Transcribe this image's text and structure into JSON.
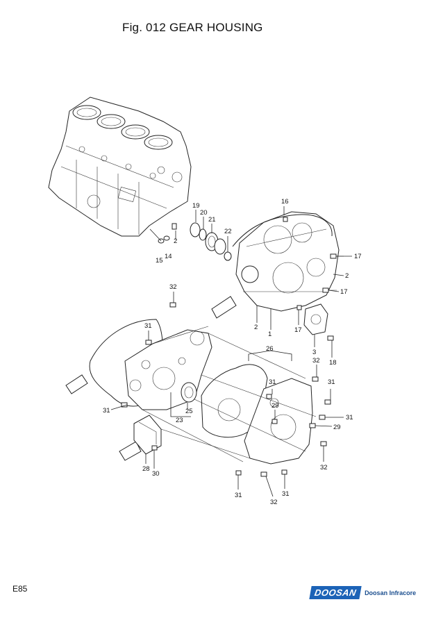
{
  "title": "Fig. 012 GEAR HOUSING",
  "page_number": "E85",
  "brand": {
    "mark": "DOOSAN",
    "name": "Doosan Infracore",
    "color": "#1c63b7"
  },
  "callouts": [
    "16",
    "19",
    "20",
    "21",
    "22",
    "17",
    "2",
    "17",
    "2",
    "14",
    "15",
    "2",
    "1",
    "17",
    "3",
    "18",
    "32",
    "31",
    "26",
    "32",
    "31",
    "31",
    "29",
    "31",
    "29",
    "25",
    "23",
    "28",
    "30",
    "31",
    "32",
    "31",
    "32"
  ]
}
